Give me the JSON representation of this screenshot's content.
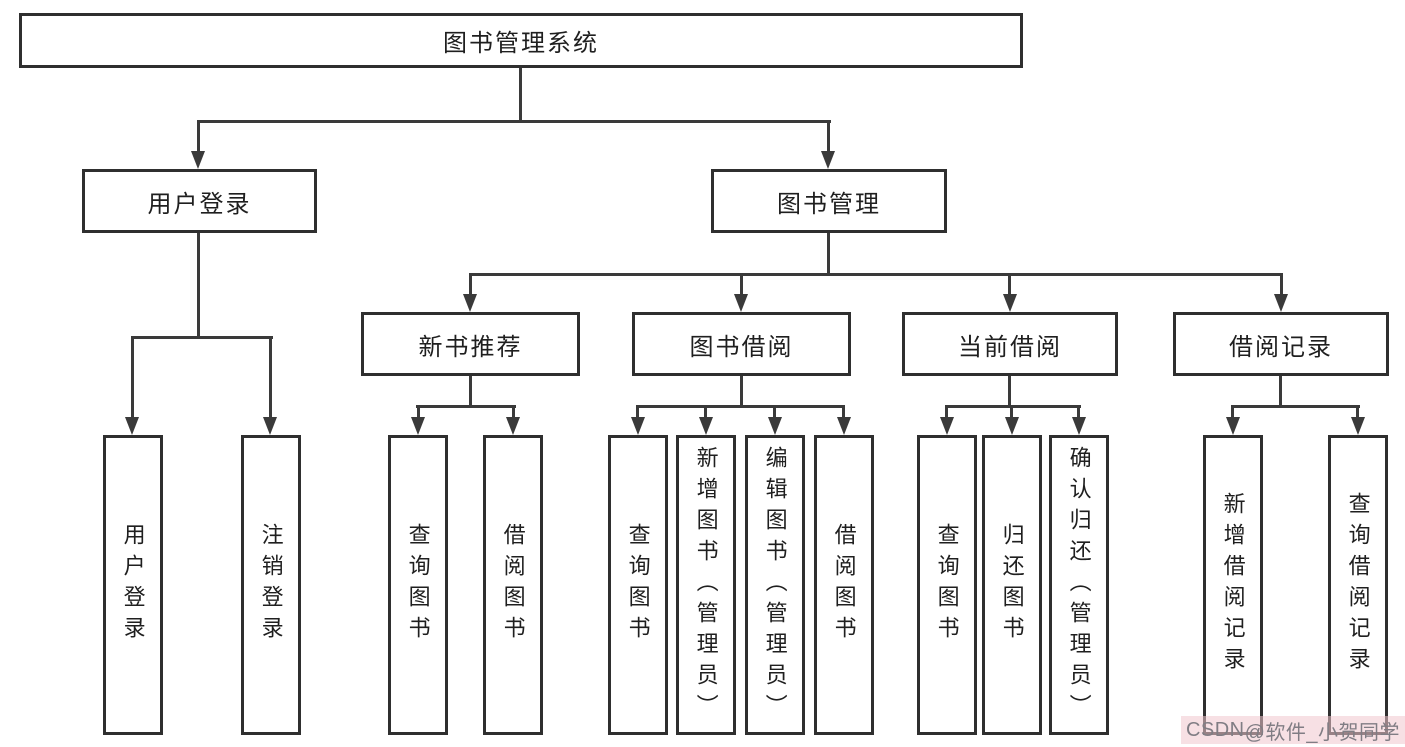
{
  "diagram": {
    "root": {
      "label": "图书管理系统"
    },
    "level2": [
      {
        "label": "用户登录"
      },
      {
        "label": "图书管理"
      }
    ],
    "level3": [
      {
        "label": "新书推荐"
      },
      {
        "label": "图书借阅"
      },
      {
        "label": "当前借阅"
      },
      {
        "label": "借阅记录"
      }
    ],
    "leaves": {
      "user_login": [
        "用户登录",
        "注销登录"
      ],
      "new_book_recommend": [
        "查询图书",
        "借阅图书"
      ],
      "book_borrow": [
        "查询图书",
        "新增图书（管理员）",
        "编辑图书（管理员）",
        "借阅图书"
      ],
      "current_borrow": [
        "查询图书",
        "归还图书",
        "确认归还（管理员）"
      ],
      "borrow_records": [
        "新增借阅记录",
        "查询借阅记录"
      ]
    }
  },
  "watermark": {
    "part1": "CSDN",
    "part2": " @软件_",
    "part3": "小贺同学"
  },
  "colors": {
    "line": "#3a3a3a",
    "box_border": "#2f2f2f",
    "text": "#1f1f1f",
    "watermark_text": "#807d84",
    "watermark_bg": "#f1c6ce"
  }
}
